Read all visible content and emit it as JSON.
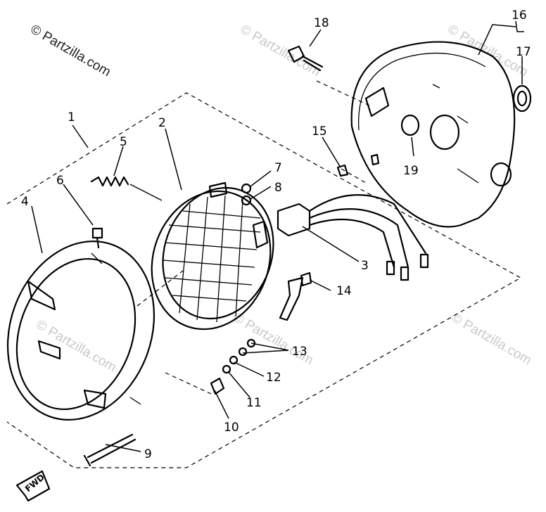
{
  "diagram": {
    "watermark_main": "© Partzilla.com",
    "watermark_faint": "© Partzilla.com",
    "fwd_label": "FWD",
    "callouts": [
      "1",
      "2",
      "3",
      "4",
      "5",
      "6",
      "7",
      "8",
      "9",
      "10",
      "11",
      "12",
      "13",
      "14",
      "15",
      "16",
      "17",
      "18",
      "19"
    ]
  }
}
